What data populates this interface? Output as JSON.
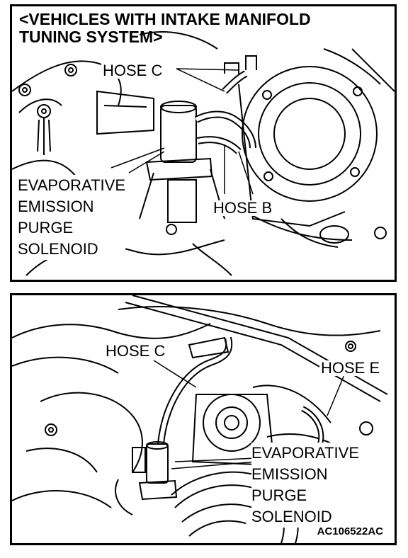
{
  "header": {
    "line1": "<VEHICLES WITH INTAKE MANIFOLD",
    "line2": "TUNING SYSTEM>"
  },
  "top_panel": {
    "hose_c": "HOSE C",
    "hose_b": "HOSE B",
    "solenoid_lines": [
      "EVAPORATIVE",
      "EMISSION",
      "PURGE",
      "SOLENOID"
    ]
  },
  "bottom_panel": {
    "hose_c": "HOSE C",
    "hose_e": "HOSE E",
    "solenoid_lines": [
      "EVAPORATIVE",
      "EMISSION",
      "PURGE",
      "SOLENOID"
    ],
    "code": "AC106522AC"
  },
  "colors": {
    "ink": "#000000",
    "paper": "#ffffff"
  }
}
